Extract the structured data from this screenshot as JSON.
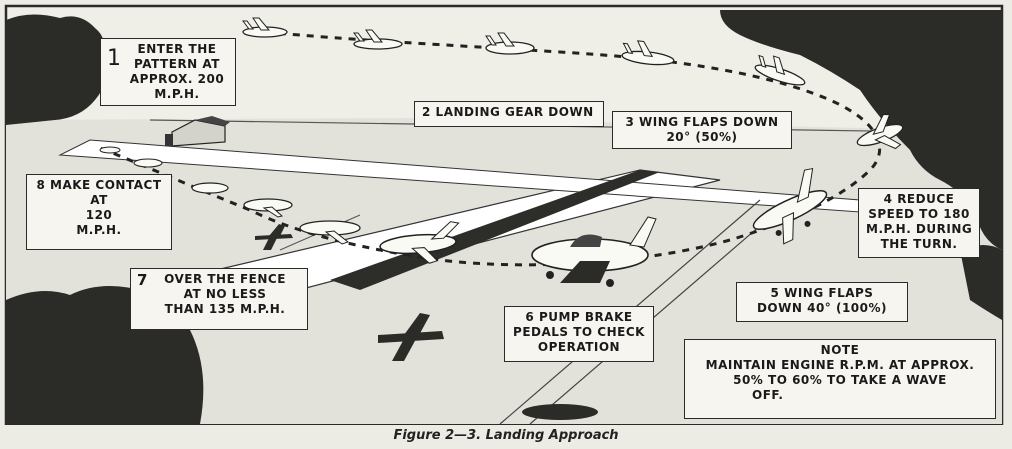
{
  "steps": [
    {
      "number": "1",
      "lines": [
        "ENTER THE",
        "PATTERN AT",
        "APPROX. 200",
        "M.P.H."
      ]
    },
    {
      "number": "2",
      "lines": [
        "LANDING GEAR DOWN"
      ]
    },
    {
      "number": "3",
      "lines": [
        "WING FLAPS DOWN",
        "20° (50%)"
      ]
    },
    {
      "number": "4",
      "lines": [
        "REDUCE",
        "SPEED TO 180",
        "M.P.H. DURING",
        "THE TURN."
      ]
    },
    {
      "number": "5",
      "lines": [
        "WING FLAPS",
        "DOWN 40° (100%)"
      ]
    },
    {
      "number": "6",
      "lines": [
        "PUMP BRAKE",
        "PEDALS TO CHECK",
        "OPERATION"
      ]
    },
    {
      "number": "7",
      "lines": [
        "OVER THE FENCE",
        "AT NO LESS",
        "THAN 135 M.P.H."
      ]
    },
    {
      "number": "8",
      "lines": [
        "MAKE CONTACT",
        "AT",
        "120",
        "M.P.H."
      ]
    }
  ],
  "note": {
    "heading": "NOTE",
    "lines": [
      "MAINTAIN ENGINE R.P.M. AT APPROX.",
      "50% TO 60% TO TAKE A WAVE",
      "OFF."
    ]
  },
  "caption": "Figure 2—3. Landing Approach"
}
